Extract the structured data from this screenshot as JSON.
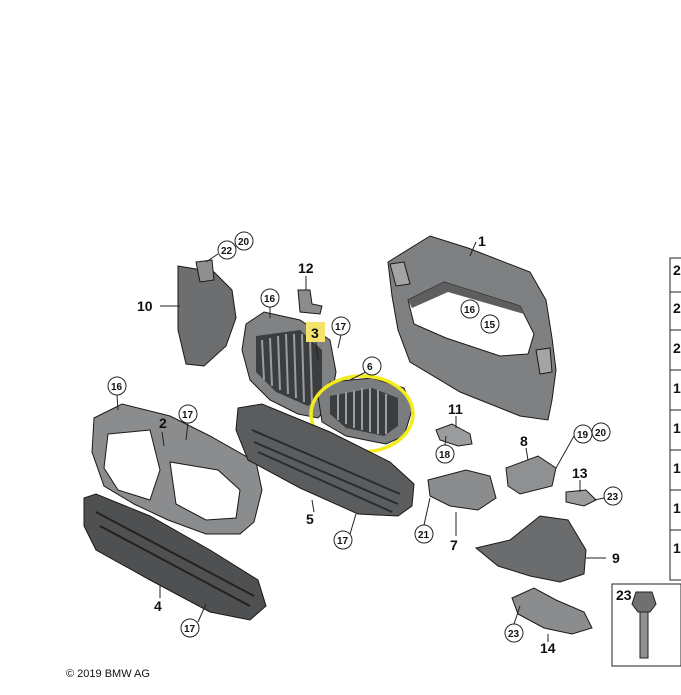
{
  "copyright": "© 2019 BMW AG",
  "highlight_color": "#f3ec1a",
  "callout_box_color": "#f4e26b",
  "parts": {
    "p1": "1",
    "p2": "2",
    "p3": "3",
    "p4": "4",
    "p5": "5",
    "p6": "6",
    "p7": "7",
    "p8": "8",
    "p9": "9",
    "p10": "10",
    "p11": "11",
    "p12": "12",
    "p13": "13",
    "p14": "14",
    "p23box": "23"
  },
  "circled": {
    "c22": "22",
    "c20a": "20",
    "c16a": "16",
    "c16b": "16",
    "c16c": "16",
    "c15": "15",
    "c17a": "17",
    "c17b": "17",
    "c17c": "17",
    "c17d": "17",
    "c18": "18",
    "c19": "19",
    "c20b": "20",
    "c21": "21",
    "c23a": "23",
    "c23b": "23"
  },
  "side_table_rows": [
    "2",
    "2",
    "2",
    "1",
    "1",
    "1",
    "1",
    "1"
  ]
}
